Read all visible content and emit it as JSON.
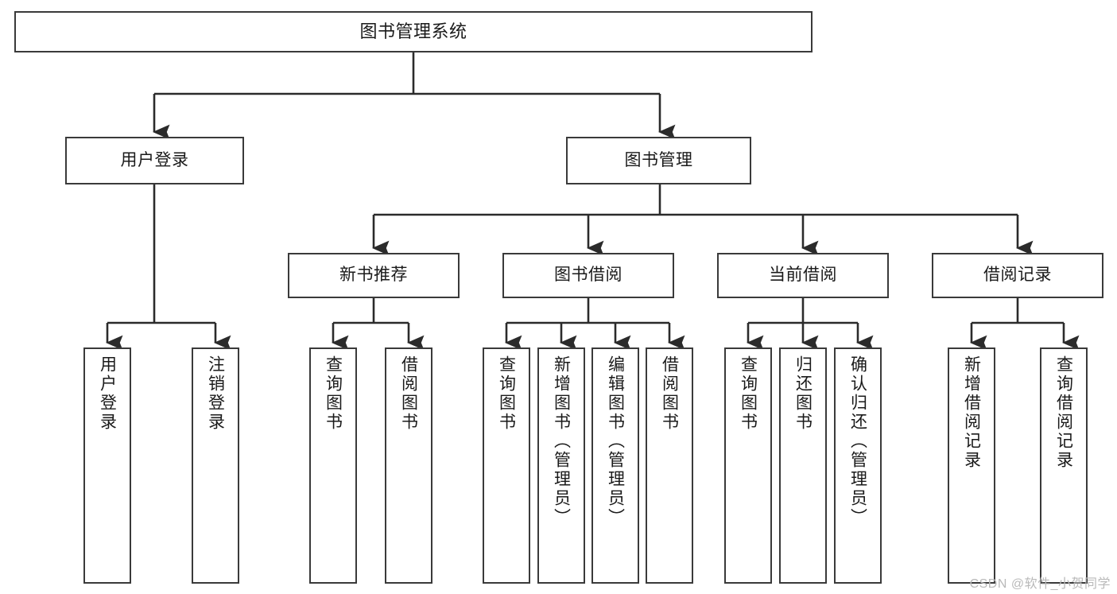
{
  "diagram": {
    "type": "tree-hierarchy",
    "title": "图书管理系统",
    "watermark": "CSDN @软件_小贺同学",
    "colors": {
      "box_border": "#3a3a3a",
      "box_fill": "#ffffff",
      "connector": "#2b2b2b",
      "text": "#1a1a1a",
      "watermark": "#b9b9b9"
    },
    "nodes": {
      "root": {
        "label": "图书管理系统"
      },
      "level2": [
        {
          "label": "用户登录"
        },
        {
          "label": "图书管理"
        }
      ],
      "level3": [
        {
          "label": "新书推荐"
        },
        {
          "label": "图书借阅"
        },
        {
          "label": "当前借阅"
        },
        {
          "label": "借阅记录"
        }
      ],
      "leaves_user_login": [
        {
          "label": "用户登录"
        },
        {
          "label": "注销登录"
        }
      ],
      "leaves_new_book": [
        {
          "label": "查询图书"
        },
        {
          "label": "借阅图书"
        }
      ],
      "leaves_borrow": [
        {
          "label": "查询图书"
        },
        {
          "label": "新增图书（管理员）"
        },
        {
          "label": "编辑图书（管理员）"
        },
        {
          "label": "借阅图书"
        }
      ],
      "leaves_current": [
        {
          "label": "查询图书"
        },
        {
          "label": "归还图书"
        },
        {
          "label": "确认归还（管理员）"
        }
      ],
      "leaves_records": [
        {
          "label": "新增借阅记录"
        },
        {
          "label": "查询借阅记录"
        }
      ]
    }
  }
}
